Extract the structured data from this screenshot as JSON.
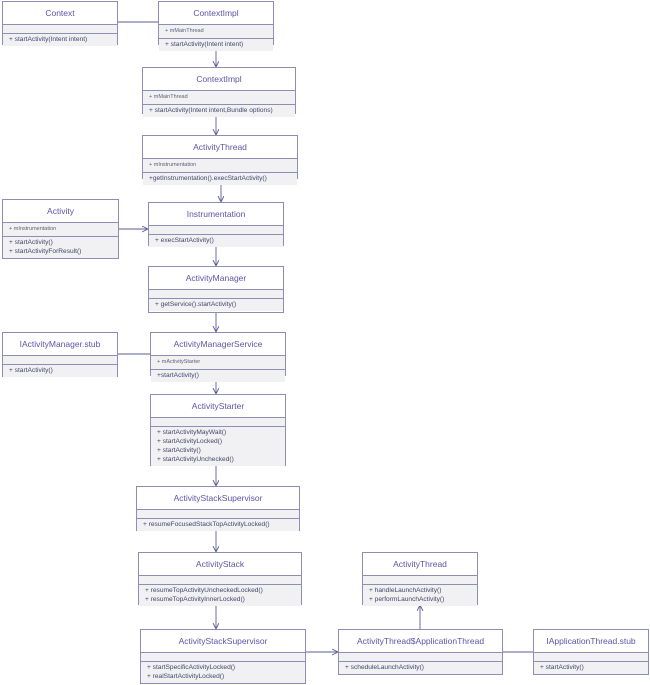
{
  "classes": {
    "context": {
      "name": "Context",
      "attributes": [
        ""
      ],
      "operations": [
        "+ startActivity(Intent intent)"
      ]
    },
    "context_impl_top": {
      "name": "ContextImpl",
      "attributes": [
        "+ mMainThread"
      ],
      "operations": [
        "+ startActivity(Intent intent)"
      ]
    },
    "context_impl": {
      "name": "ContextImpl",
      "attributes": [
        "+ mMainThread"
      ],
      "operations": [
        "+ startActivity(Intent intent,Bundle options)"
      ]
    },
    "activity_thread": {
      "name": "ActivityThread",
      "attributes": [
        "+ mInstrumentation"
      ],
      "operations": [
        "+getInstrumentation().execStartActivity()"
      ]
    },
    "activity": {
      "name": "Activity",
      "attributes": [
        "+ mInstrumentation"
      ],
      "operations": [
        "+ startActivity()",
        "+ startActivityForResult()"
      ]
    },
    "instrumentation": {
      "name": "Instrumentation",
      "attributes": [
        ""
      ],
      "operations": [
        "+ execStartActivity()"
      ]
    },
    "activity_manager": {
      "name": "ActivityManager",
      "attributes": [
        ""
      ],
      "operations": [
        "+ getService().startActivity()"
      ]
    },
    "iactivity_manager_stub": {
      "name": "IActivityManager.stub",
      "attributes": [
        ""
      ],
      "operations": [
        "+ startActivity()"
      ]
    },
    "activity_manager_service": {
      "name": "ActivityManagerService",
      "attributes": [
        "+ mActivityStarter"
      ],
      "operations": [
        "+startActivity()"
      ]
    },
    "activity_starter": {
      "name": "ActivityStarter",
      "attributes": [
        ""
      ],
      "operations": [
        "+ startActivityMayWait()",
        "+ startActivityLocked()",
        "+ startActivity()",
        "+ startActivityUnchecked()"
      ]
    },
    "activity_stack_supervisor_top": {
      "name": "ActivityStackSupervisor",
      "attributes": [
        ""
      ],
      "operations": [
        "+ resumeFocusedStackTopActivityLocked()"
      ]
    },
    "activity_stack": {
      "name": "ActivityStack",
      "attributes": [
        ""
      ],
      "operations": [
        "+ resumeTopActivityUncheckedLocked()",
        "+ resumeTopActivityInnerLocked()"
      ]
    },
    "activity_thread_right": {
      "name": "ActivityThread",
      "attributes": [
        ""
      ],
      "operations": [
        "+ handleLaunchActivity()",
        "+ performLaunchActivity()"
      ]
    },
    "activity_stack_supervisor_bottom": {
      "name": "ActivityStackSupervisor",
      "attributes": [
        ""
      ],
      "operations": [
        "+ startSpecificActivityLocked()",
        "+ realStartActivityLocked()"
      ]
    },
    "activity_thread_app_thread": {
      "name": "ActivityThread$ApplicationThread",
      "attributes": [
        ""
      ],
      "operations": [
        "+ scheduleLaunchActivity()"
      ]
    },
    "iapplication_thread_stub": {
      "name": "IApplicationThread.stub",
      "attributes": [
        ""
      ],
      "operations": [
        "+ startActivity()"
      ]
    }
  },
  "colors": {
    "border": "#8e8eb4",
    "title": "#5b55a3",
    "compartment": "#f1f1f4",
    "edge": "#5d5d92"
  }
}
